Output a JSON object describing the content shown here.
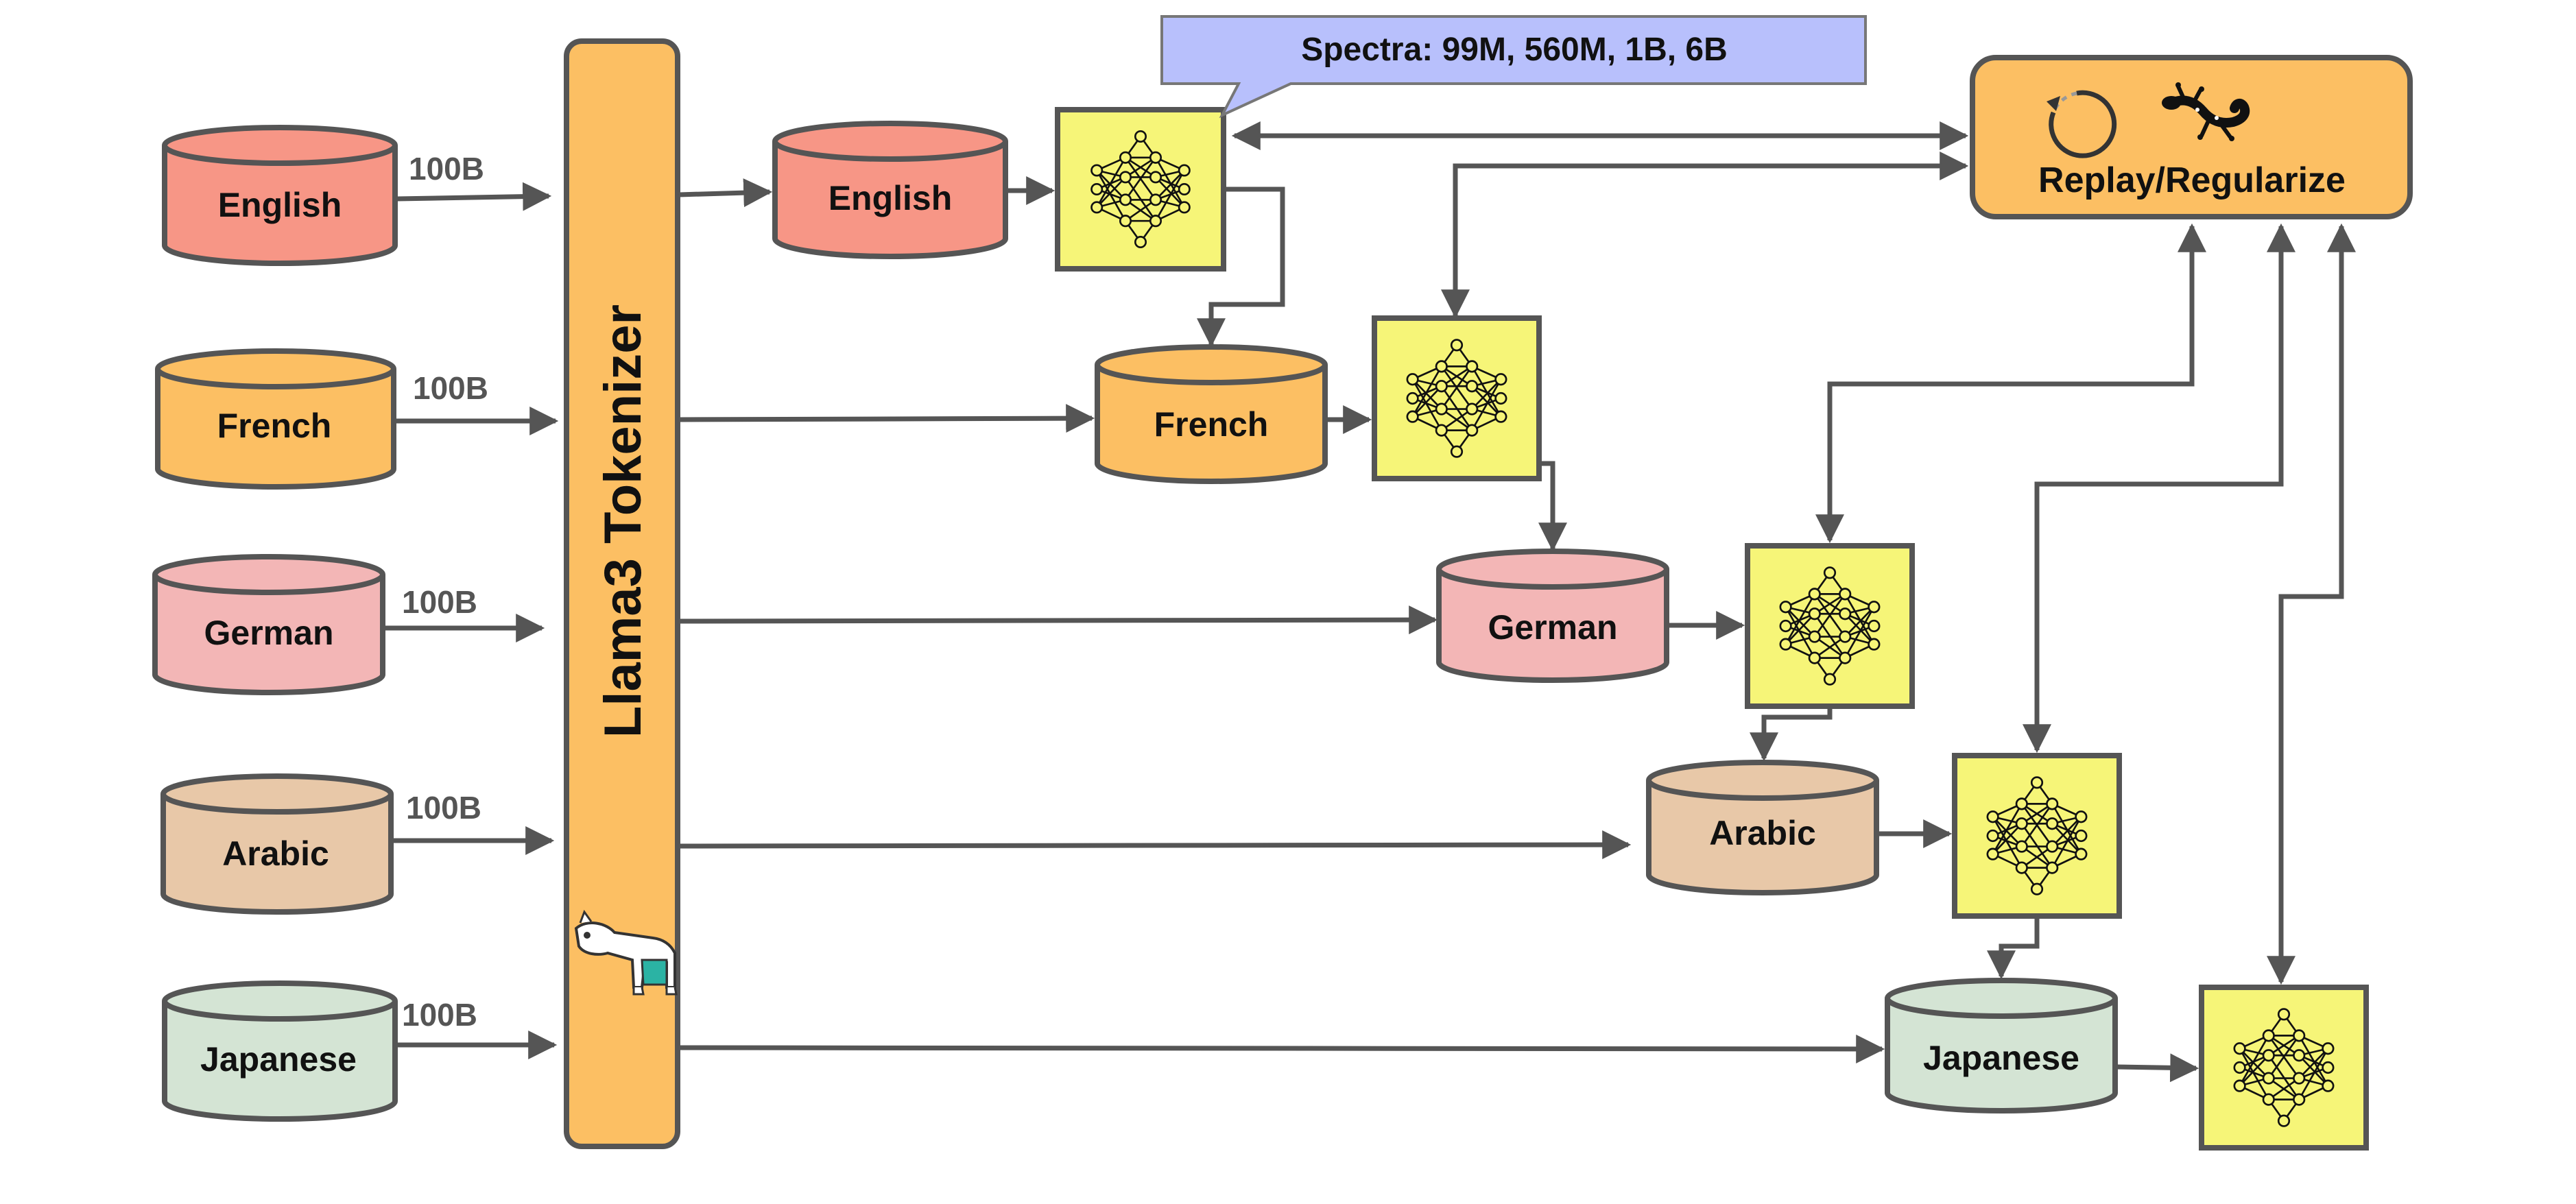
{
  "colors": {
    "english": "#f79686",
    "french": "#fcbf63",
    "german": "#f3b6b6",
    "arabic": "#e8c8a8",
    "japanese": "#d4e4d4",
    "tokenizer": "#fcbf63",
    "replay": "#fcbf63",
    "network_box": "#f6f578",
    "callout": "#b8c0fc",
    "stroke": "#555555"
  },
  "sources": [
    {
      "label": "English",
      "volume": "100B",
      "color_key": "english"
    },
    {
      "label": "French",
      "volume": "100B",
      "color_key": "french"
    },
    {
      "label": "German",
      "volume": "100B",
      "color_key": "german"
    },
    {
      "label": "Arabic",
      "volume": "100B",
      "color_key": "arabic"
    },
    {
      "label": "Japanese",
      "volume": "100B",
      "color_key": "japanese"
    }
  ],
  "tokenizer": {
    "label": "Llama3 Tokenizer",
    "mascot_icon": "llama-icon"
  },
  "stages": [
    {
      "label": "English",
      "color_key": "english"
    },
    {
      "label": "French",
      "color_key": "french"
    },
    {
      "label": "German",
      "color_key": "german"
    },
    {
      "label": "Arabic",
      "color_key": "arabic"
    },
    {
      "label": "Japanese",
      "color_key": "japanese"
    }
  ],
  "callout": {
    "text": "Spectra: 99M, 560M, 1B, 6B"
  },
  "replay": {
    "label": "Replay/Regularize",
    "icons": [
      "replay-cycle-icon",
      "gecko-icon"
    ]
  }
}
